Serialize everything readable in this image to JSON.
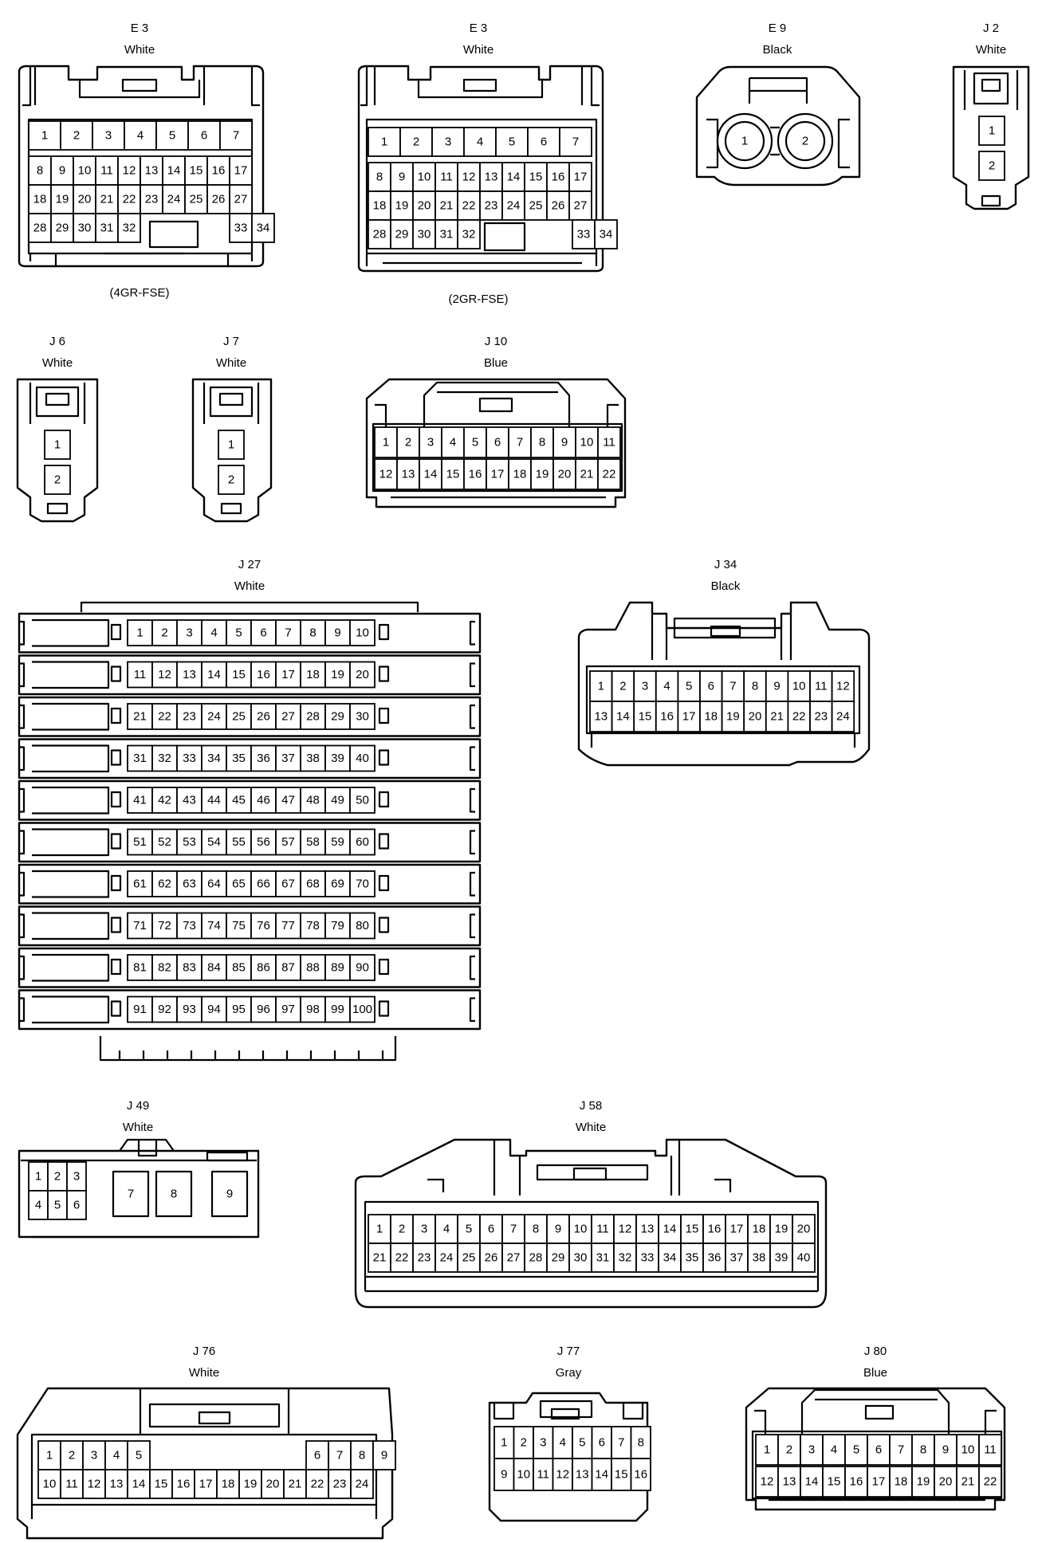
{
  "connectors": {
    "e3a": {
      "id": "E 3",
      "color": "White",
      "note": "(4GR-FSE)",
      "rows": [
        [
          "1",
          "2",
          "3",
          "4",
          "5",
          "6",
          "7"
        ],
        [
          "8",
          "9",
          "10",
          "11",
          "12",
          "13",
          "14",
          "15",
          "16",
          "17"
        ],
        [
          "18",
          "19",
          "20",
          "21",
          "22",
          "23",
          "24",
          "25",
          "26",
          "27"
        ],
        [
          "28",
          "29",
          "30",
          "31",
          "32",
          "33",
          "34"
        ]
      ]
    },
    "e3b": {
      "id": "E 3",
      "color": "White",
      "note": "(2GR-FSE)",
      "rows": [
        [
          "1",
          "2",
          "3",
          "4",
          "5",
          "6",
          "7"
        ],
        [
          "8",
          "9",
          "10",
          "11",
          "12",
          "13",
          "14",
          "15",
          "16",
          "17"
        ],
        [
          "18",
          "19",
          "20",
          "21",
          "22",
          "23",
          "24",
          "25",
          "26",
          "27"
        ],
        [
          "28",
          "29",
          "30",
          "31",
          "32",
          "33",
          "34"
        ]
      ]
    },
    "e9": {
      "id": "E 9",
      "color": "Black",
      "pins": [
        "1",
        "2"
      ]
    },
    "j2": {
      "id": "J 2",
      "color": "White",
      "pins": [
        "1",
        "2"
      ]
    },
    "j6": {
      "id": "J 6",
      "color": "White",
      "pins": [
        "1",
        "2"
      ]
    },
    "j7": {
      "id": "J 7",
      "color": "White",
      "pins": [
        "1",
        "2"
      ]
    },
    "j10": {
      "id": "J 10",
      "color": "Blue",
      "rows": [
        [
          "1",
          "2",
          "3",
          "4",
          "5",
          "6",
          "7",
          "8",
          "9",
          "10",
          "11"
        ],
        [
          "12",
          "13",
          "14",
          "15",
          "16",
          "17",
          "18",
          "19",
          "20",
          "21",
          "22"
        ]
      ]
    },
    "j27": {
      "id": "J 27",
      "color": "White",
      "pin_start": 1,
      "pin_end": 100,
      "per_row": 10
    },
    "j34": {
      "id": "J 34",
      "color": "Black",
      "rows": [
        [
          "1",
          "2",
          "3",
          "4",
          "5",
          "6",
          "7",
          "8",
          "9",
          "10",
          "11",
          "12"
        ],
        [
          "13",
          "14",
          "15",
          "16",
          "17",
          "18",
          "19",
          "20",
          "21",
          "22",
          "23",
          "24"
        ]
      ]
    },
    "j49": {
      "id": "J 49",
      "color": "White",
      "rows": [
        [
          "1",
          "2",
          "3"
        ],
        [
          "4",
          "5",
          "6"
        ]
      ],
      "large_pins": [
        "7",
        "8",
        "9"
      ]
    },
    "j58": {
      "id": "J 58",
      "color": "White",
      "pin_start": 1,
      "pin_end": 40,
      "per_row": 20
    },
    "j76": {
      "id": "J 76",
      "color": "White",
      "rows": [
        [
          "1",
          "2",
          "3",
          "4",
          "5",
          "6",
          "7",
          "8",
          "9"
        ],
        [
          "10",
          "11",
          "12",
          "13",
          "14",
          "15",
          "16",
          "17",
          "18",
          "19",
          "20",
          "21",
          "22",
          "23",
          "24"
        ]
      ]
    },
    "j77": {
      "id": "J 77",
      "color": "Gray",
      "rows": [
        [
          "1",
          "2",
          "3",
          "4",
          "5",
          "6",
          "7",
          "8"
        ],
        [
          "9",
          "10",
          "11",
          "12",
          "13",
          "14",
          "15",
          "16"
        ]
      ]
    },
    "j80": {
      "id": "J 80",
      "color": "Blue",
      "rows": [
        [
          "1",
          "2",
          "3",
          "4",
          "5",
          "6",
          "7",
          "8",
          "9",
          "10",
          "11"
        ],
        [
          "12",
          "13",
          "14",
          "15",
          "16",
          "17",
          "18",
          "19",
          "20",
          "21",
          "22"
        ]
      ]
    }
  }
}
